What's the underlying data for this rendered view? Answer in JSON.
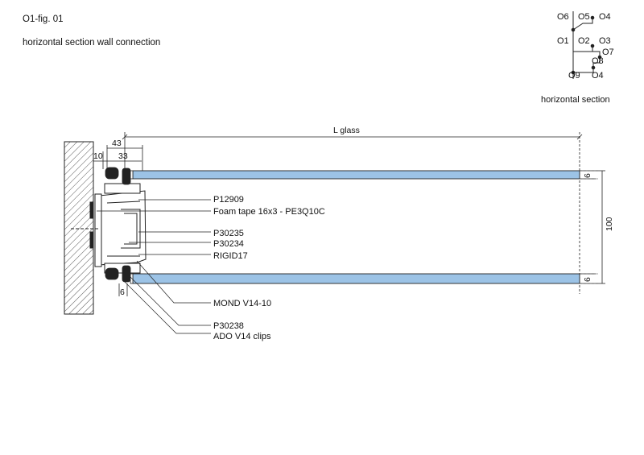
{
  "header": {
    "figure_id": "O1-fig. 01",
    "subtitle": "horizontal section wall connection"
  },
  "key_plan": {
    "labels": [
      "O6",
      "O5",
      "O4",
      "O1",
      "O2",
      "O3",
      "O7",
      "O8",
      "O9",
      "O4"
    ],
    "caption": "horizontal section"
  },
  "dimensions": {
    "glass_length": "L glass",
    "frame_width": "43",
    "offset_left": "10",
    "offset_right": "33",
    "depth": "100",
    "glass_top": "6",
    "glass_bottom": "6",
    "bottom_gap": "6"
  },
  "callouts": [
    "P12909",
    "Foam tape 16x3 - PE3Q10C",
    "P30235",
    "P30234",
    "RIGID17",
    "MOND V14-10",
    "P30238",
    "ADO V14 clips"
  ],
  "colors": {
    "glass": "#9cc3e6",
    "line": "#222222",
    "wall_hatch": "#555555",
    "gasket": "#222222"
  }
}
